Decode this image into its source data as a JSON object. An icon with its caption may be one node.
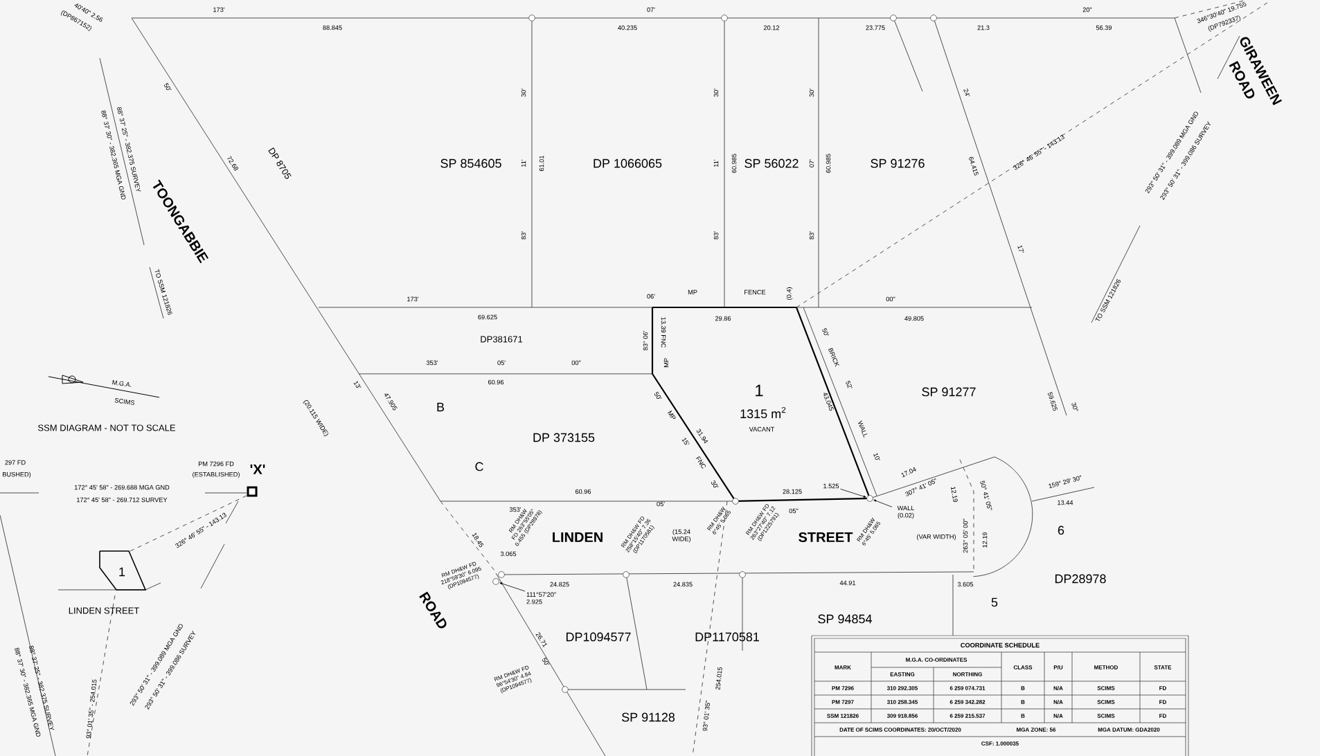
{
  "diagram": {
    "nodes": [
      {
        "text": [
          "1.525"
        ]
      },
      {
        "text": [
          "WALL (0.02)"
        ]
      },
      {
        "text": [
          "111°57'20\" 2.925"
        ]
      },
      {
        "text": [],
        "shape": "circle"
      },
      {
        "text": [],
        "shape": "circle"
      }
    ],
    "edges": [
      {
        "from": 0,
        "to": 3,
        "arrow": "to"
      },
      {
        "from": 1,
        "to": 3,
        "arrow": "to"
      },
      {
        "from": 2,
        "to": 4,
        "arrow": "to"
      }
    ],
    "labels": [
      "40'40\" 2.56",
      "(DP867152)",
      "173'",
      "88.845",
      "07'",
      "40.235",
      "20.12",
      "23.775",
      "21.3",
      "20\"",
      "56.39",
      "346°30'40\" 19.755",
      "(DP792337)",
      "GIRAWEEN",
      "ROAD",
      "50'",
      "72.68",
      "DP 8705",
      "TOONGABBIE",
      "88° 37' 30\" - 382.365 MGA GND",
      "88° 37' 25\" - 382.375 SURVEY",
      "TO SSM 121826",
      "293° 50' 31\" - 399.089 MGA GND",
      "293° 50' 31\" - 399.086 SURVEY",
      "TO SSM 121826",
      "326° 46' 55\" - 143.13",
      "24'",
      "64.415",
      "17'",
      "59.625",
      "30\"",
      "SP 854605",
      "30'",
      "11'",
      "83'",
      "61.01",
      "DP 1066065",
      "30'",
      "11'",
      "83'",
      "60.985",
      "SP 56022",
      "30'",
      "07'",
      "83'",
      "60.985",
      "SP 91276",
      "173'",
      "06'",
      "MP",
      "FENCE",
      "(0.4)",
      "00\"",
      "69.625",
      "29.86",
      "49.805",
      "DP381671",
      "83° 06'",
      "13.39 FNC",
      "MP",
      "353'",
      "05'",
      "00\"",
      "60.96",
      "13'",
      "47.905",
      "(20.115 WIDE)",
      "B",
      "C",
      "DP 373155",
      "50'",
      "MP",
      "31.94",
      "15'",
      "FNC",
      "30'",
      "1",
      "1315 m$^{2}$",
      "VACANT",
      "50'",
      "BRICK",
      "52'",
      "43.045",
      "WALL",
      "10'",
      "SP 91277",
      "60.96",
      "28.125",
      "353'",
      "05'",
      "05\"",
      "LINDEN",
      "(15.24 WIDE)",
      "STREET",
      "RM DH&W FD 263°55'05\" 0.455 (DP28978)",
      "RM DH&W FD 258°15'40\" 7.36 (DP1170581)",
      "RM DH&W 6°45' 5.065",
      "RM DH&W FD 263°27'40\" 7.12 (DP1225791)",
      "RM DH&W 6°45' 5.065",
      "18.45",
      "3.065",
      "RM DH&W FD 218°59'30\" 6.095 (DP1094577)",
      "24.825",
      "24.835",
      "44.91",
      "3.605",
      "ROAD",
      "26.71",
      "50'",
      "RM DH&W FD 96°54'30\" 4.84 (DP1094577)",
      "DP1094577",
      "DP1170581",
      "SP 91128",
      "SP 94854",
      "254.015",
      "93° 01' 35\"",
      "17.04",
      "307° 41' 05\"",
      "50° 41' 05\"",
      "12.19",
      "263° 05' 00\"",
      "12.19",
      "(VAR WIDTH)",
      "159° 29' 30\"",
      "13.44",
      "6",
      "DP28978",
      "5",
      "M.G.A.",
      "SCIMS",
      "SSM DIAGRAM - NOT TO SCALE",
      "297 FD",
      "BUSHED)",
      "PM 7296 FD",
      "(ESTABLISHED)",
      "'X'",
      "172° 45' 58\" - 269.688 MGA GND",
      "172° 45' 58\" - 269.712 SURVEY",
      "326° 46' 55\" - 143.13",
      "1",
      "LINDEN STREET",
      "88° 37' 30\" - 382.365 MGA GND",
      "88° 37' 25\" - 382.375 SURVEY",
      "93° 01' 35\" - 254.015",
      "293° 50' 31\" - 399.089 MGA GND",
      "293° 50' 31\" - 399.086 SURVEY",
      "COORDINATE SCHEDULE",
      "MARK",
      "M.G.A. CO-ORDINATES",
      "CLASS",
      "P/U",
      "METHOD",
      "STATE",
      "EASTING",
      "NORTHING",
      "PM 7296",
      "310 292.305",
      "6 259 074.731",
      "B",
      "N/A",
      "SCIMS",
      "FD",
      "PM 7297",
      "310 258.345",
      "6 259 342.282",
      "B",
      "N/A",
      "SCIMS",
      "FD",
      "SSM 121826",
      "309 918.856",
      "6 259 215.537",
      "B",
      "N/A",
      "SCIMS",
      "FD",
      "DATE OF SCIMS COORDINATES: 20/OCT/2020",
      "MGA ZONE: 56",
      "MGA DATUM: GDA2020",
      "CSF: 1.000035"
    ]
  }
}
